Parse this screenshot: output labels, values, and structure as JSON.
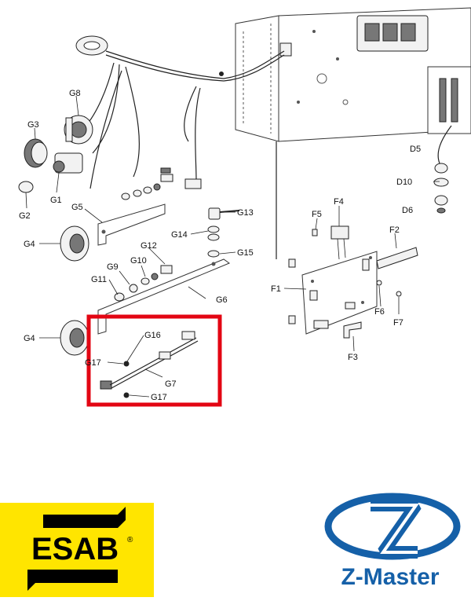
{
  "labels": {
    "G1": "G1",
    "G2": "G2",
    "G3": "G3",
    "G4a": "G4",
    "G4b": "G4",
    "G5": "G5",
    "G6": "G6",
    "G7": "G7",
    "G8": "G8",
    "G9": "G9",
    "G10": "G10",
    "G11": "G11",
    "G12": "G12",
    "G13": "G13",
    "G14": "G14",
    "G15": "G15",
    "G16": "G16",
    "G17a": "G17",
    "G17b": "G17",
    "F1": "F1",
    "F2": "F2",
    "F3": "F3",
    "F4": "F4",
    "F5": "F5",
    "F6": "F6",
    "F7": "F7",
    "D5": "D5",
    "D6": "D6",
    "D10": "D10"
  },
  "highlight_color": "#e30613",
  "logos": {
    "esab": {
      "text": "ESAB",
      "mark": "®",
      "bg_color": "#ffe500",
      "text_color": "#000000"
    },
    "zmaster": {
      "text": "Z-Master",
      "color": "#1560a8"
    }
  }
}
